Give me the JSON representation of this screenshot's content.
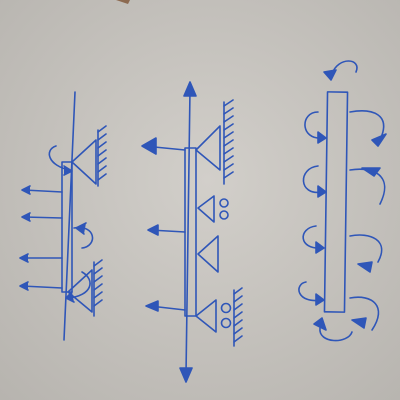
{
  "colors": {
    "paper": "#c9c6c1",
    "paper_shadow": "#b3b0ab",
    "ink": "#2f56b8",
    "ink_dark": "#1f3f95",
    "corner_mark": "#8c6a50"
  },
  "sketches": [
    {
      "id": "beam-1",
      "members": 1,
      "supports": [
        "fixed-pin",
        "fixed-pin"
      ],
      "applied_forces": 4,
      "moments": 3
    },
    {
      "id": "beam-2",
      "members": 1,
      "supports": [
        "fixed-pin",
        "roller",
        "pin",
        "roller"
      ],
      "applied_forces": 5,
      "moments": 0
    },
    {
      "id": "beam-3",
      "members": 1,
      "supports": [],
      "applied_forces": 0,
      "moments": 11
    }
  ]
}
